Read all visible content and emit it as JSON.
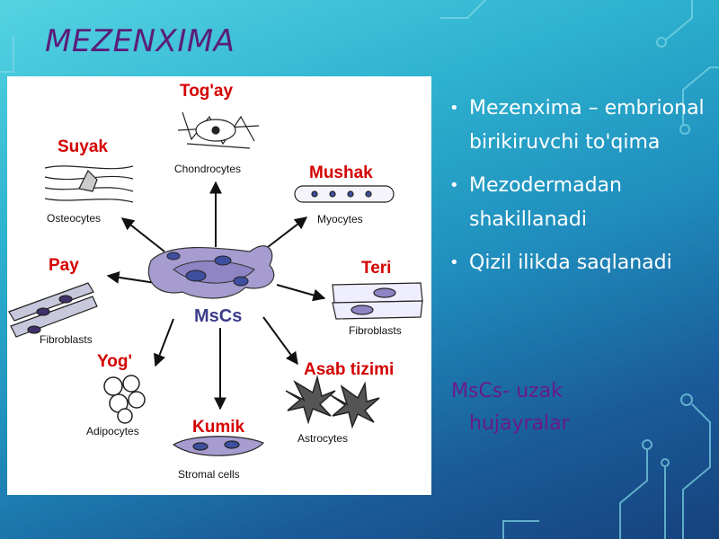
{
  "slide": {
    "title": "MEZENXIMA",
    "figure": {
      "center_label": "MsCs",
      "lineages": [
        {
          "name": "Tog'ay",
          "cell": "Chondrocytes"
        },
        {
          "name": "Mushak",
          "cell": "Myocytes"
        },
        {
          "name": "Teri",
          "cell": "Fibroblasts"
        },
        {
          "name": "Asab tizimi",
          "cell": "Astrocytes"
        },
        {
          "name": "Kumik",
          "cell": "Stromal cells"
        },
        {
          "name": "Yog'",
          "cell": "Adipocytes"
        },
        {
          "name": "Pay",
          "cell": "Fibroblasts"
        },
        {
          "name": "Suyak",
          "cell": "Osteocytes"
        }
      ]
    },
    "bullets": [
      "Mezenxima – embrional birikiruvchi to'qima",
      "Mezodermadan shakillanadi",
      "Qizil ilikda saqlanadi"
    ],
    "note": {
      "line1": "MsCs- uzak",
      "line2": "hujayralar"
    },
    "colors": {
      "title": "#5b1e7a",
      "labels": "#d40000",
      "note": "#6a1a8a",
      "cells": "#9f96c8"
    }
  }
}
